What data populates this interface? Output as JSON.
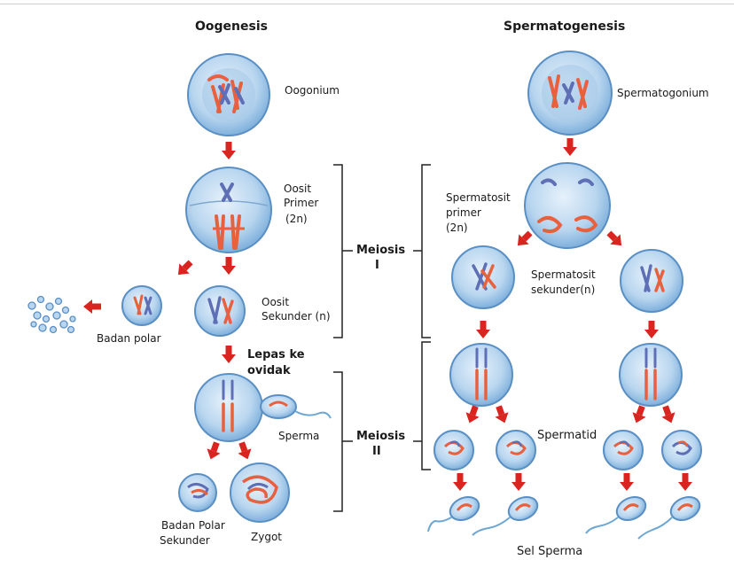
{
  "titles": {
    "oogenesis": "Oogenesis",
    "spermatogenesis": "Spermatogenesis"
  },
  "oogenesis_labels": {
    "oogonium": "Oogonium",
    "oosit_primer_1": "Oosit",
    "oosit_primer_2": "Primer",
    "oosit_primer_3": "(2n)",
    "badan_polar": "Badan polar",
    "oosit_sekunder_1": "Oosit",
    "oosit_sekunder_2": "Sekunder (n)",
    "lepas_1": "Lepas ke",
    "lepas_2": "ovidak",
    "sperma": "Sperma",
    "badan_polar_sekunder_1": "Badan Polar",
    "badan_polar_sekunder_2": "Sekunder",
    "zygot": "Zygot"
  },
  "meiosis_labels": {
    "meiosis_1_a": "Meiosis",
    "meiosis_1_b": "I",
    "meiosis_2_a": "Meiosis",
    "meiosis_2_b": "II"
  },
  "spermatogenesis_labels": {
    "spermatogonium": "Spermatogonium",
    "spermatosit_primer_1": "Spermatosit",
    "spermatosit_primer_2": "primer",
    "spermatosit_primer_3": "(2n)",
    "spermatosit_sekunder_1": "Spermatosit",
    "spermatosit_sekunder_2": "sekunder(n)",
    "spermatid": "Spermatid",
    "sel_sperma": "Sel Sperma"
  },
  "colors": {
    "cell_fill": "#b9d6ef",
    "cell_edge": "#5a8fc4",
    "chromosome_red": "#e8613f",
    "chromosome_blue": "#5f6fb5",
    "arrow_red": "#d9241f",
    "bracket": "#222222"
  }
}
